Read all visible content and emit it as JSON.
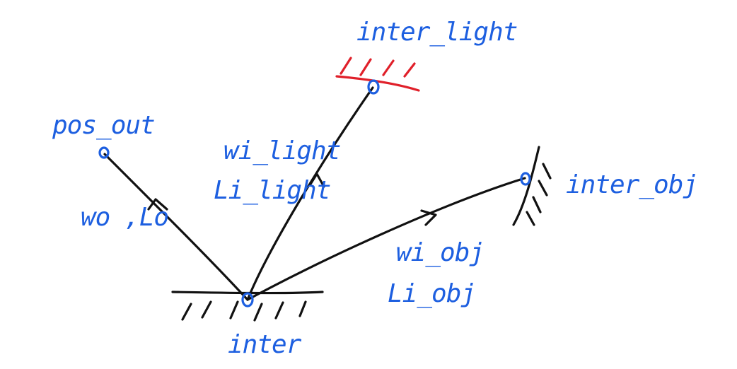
{
  "colors": {
    "ink": "#111111",
    "label": "#1d5fe0",
    "light_surface": "#e0202a"
  },
  "points": {
    "inter": "inter",
    "inter_light": "inter_light",
    "pos_out": "pos_out",
    "inter_obj": "inter_obj"
  },
  "rays": {
    "out_label": "wo ,Lo",
    "light_dir_label": "wi_light",
    "light_rad_label": "Li_light",
    "obj_dir_label": "wi_obj",
    "obj_rad_label": "Li_obj"
  }
}
